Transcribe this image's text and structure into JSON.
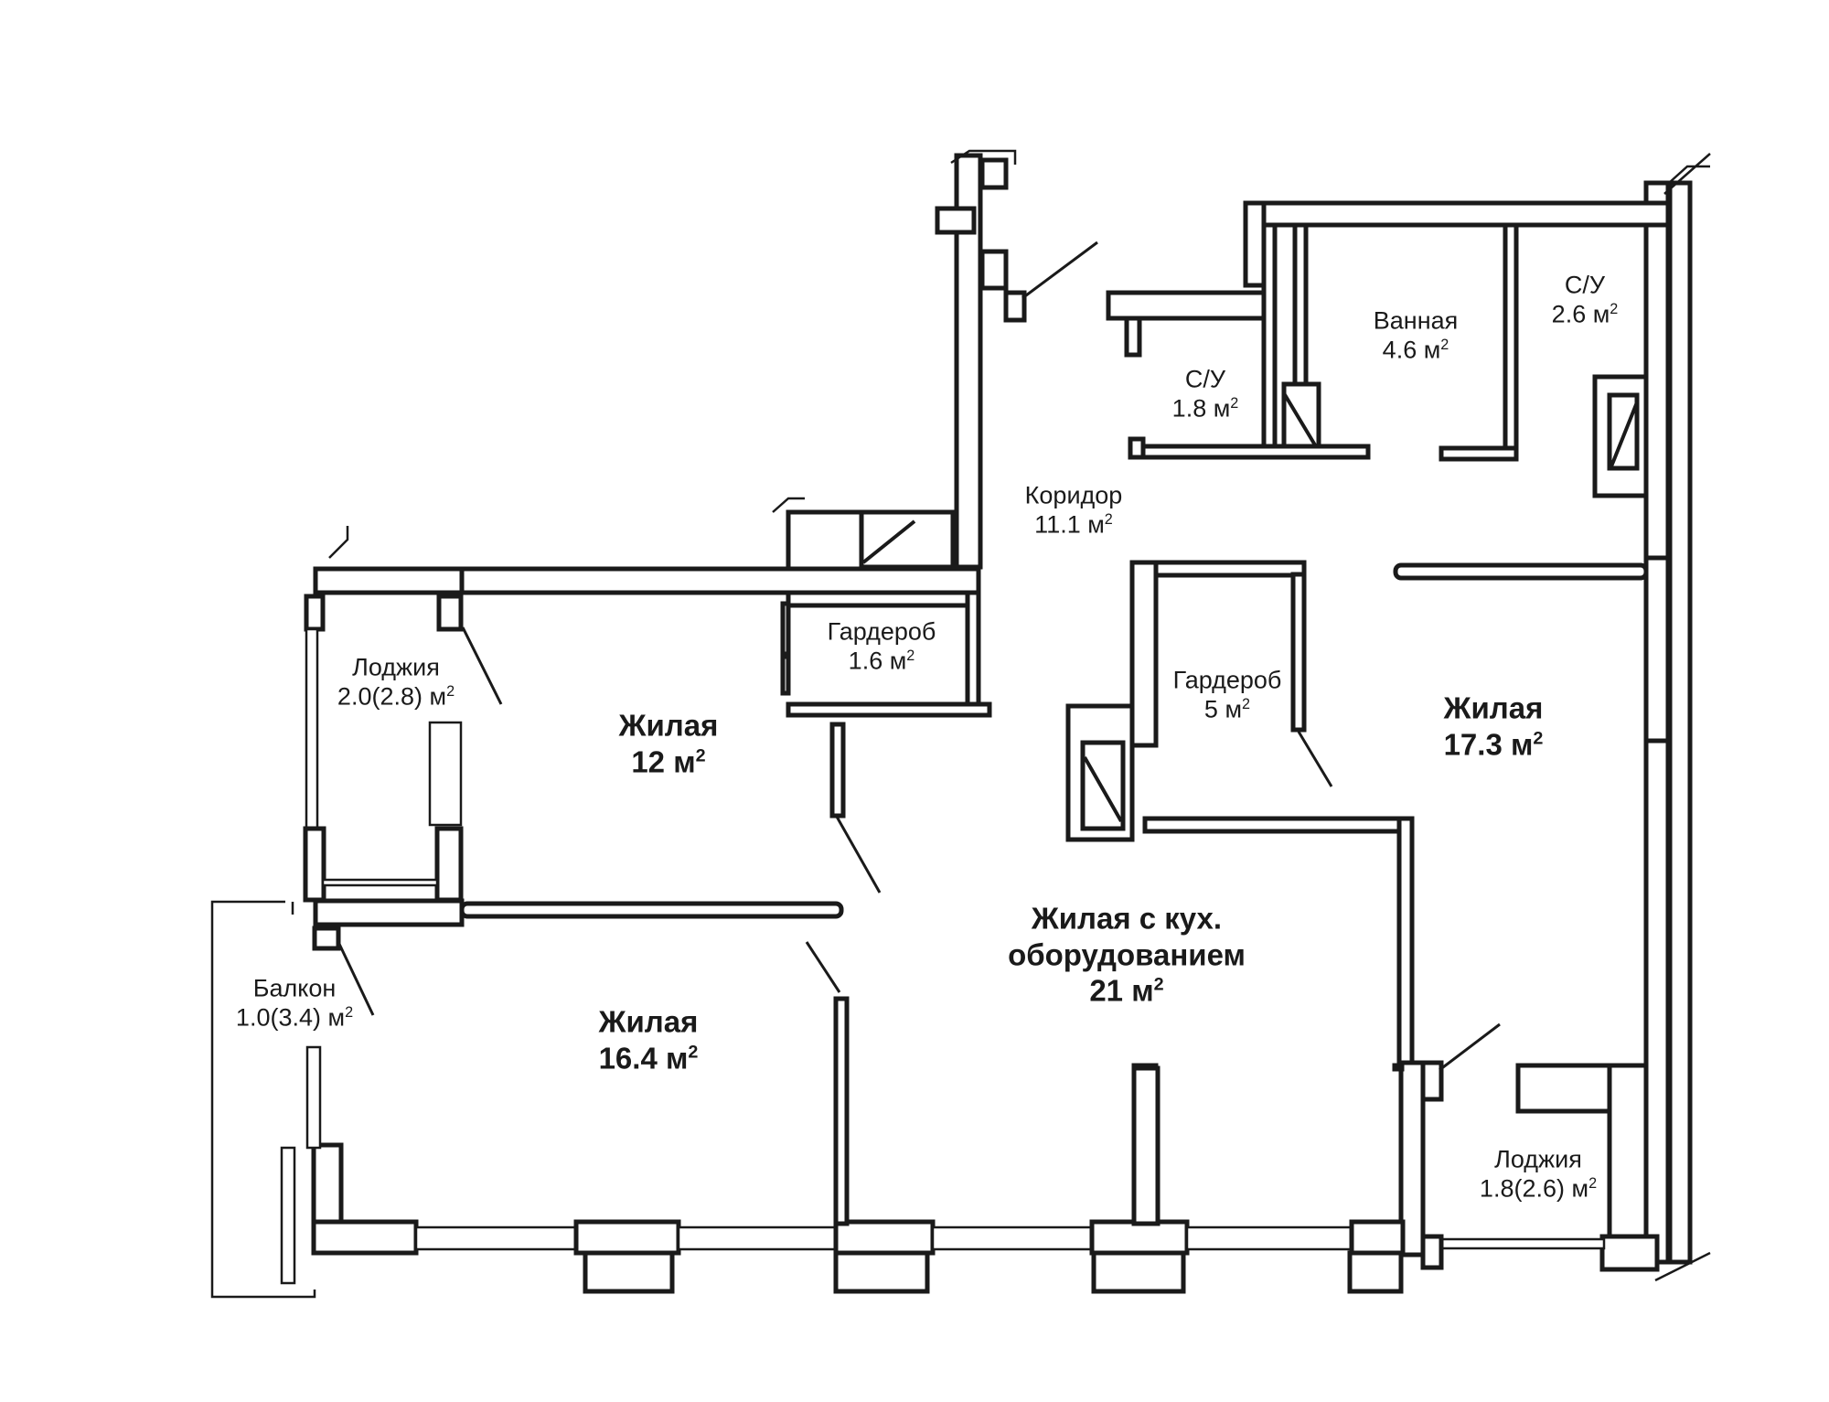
{
  "unit": "м",
  "rooms": [
    {
      "id": "zhilaya12",
      "name": "Жилая",
      "area": "12"
    },
    {
      "id": "loggia-left",
      "name": "Лоджия",
      "area": "2.0(2.8)"
    },
    {
      "id": "garderob-small",
      "name": "Гардероб",
      "area": "1.6"
    },
    {
      "id": "koridor",
      "name": "Коридор",
      "area": "11.1"
    },
    {
      "id": "su-small",
      "name": "С/У",
      "area": "1.8"
    },
    {
      "id": "vannaya",
      "name": "Ванная",
      "area": "4.6"
    },
    {
      "id": "su-right",
      "name": "С/У",
      "area": "2.6"
    },
    {
      "id": "garderob-big",
      "name": "Гардероб",
      "area": "5"
    },
    {
      "id": "zhilaya173",
      "name": "Жилая",
      "area": "17.3"
    },
    {
      "id": "kitchen-living",
      "name_line1": "Жилая с кух.",
      "name_line2": "оборудованием",
      "area": "21"
    },
    {
      "id": "balcony",
      "name": "Балкон",
      "area": "1.0(3.4)"
    },
    {
      "id": "zhilaya164",
      "name": "Жилая",
      "area": "16.4"
    },
    {
      "id": "loggia-right",
      "name": "Лоджия",
      "area": "1.8(2.6)"
    }
  ]
}
